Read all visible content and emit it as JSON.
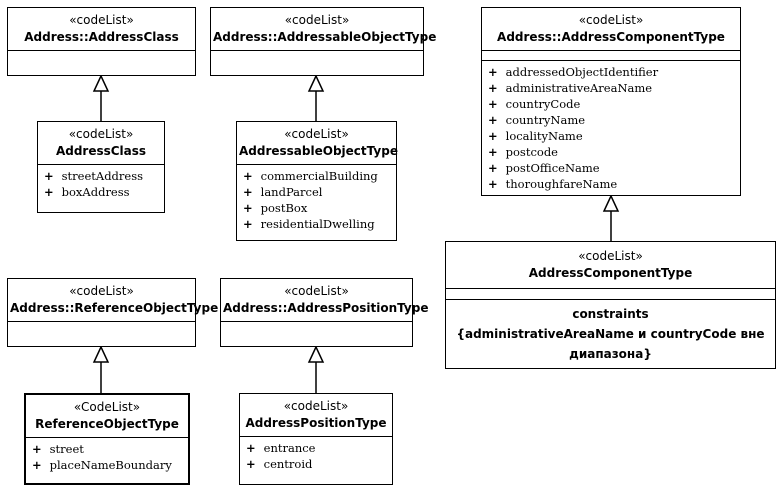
{
  "classes": {
    "address_class_parent": {
      "stereotype": "«codeList»",
      "name": "Address::AddressClass",
      "attributes": []
    },
    "address_class": {
      "stereotype": "«codeList»",
      "name": "AddressClass",
      "attributes": [
        "streetAddress",
        "boxAddress"
      ]
    },
    "addressable_object_type_parent": {
      "stereotype": "«codeList»",
      "name": "Address::AddressableObjectType",
      "attributes": []
    },
    "addressable_object_type": {
      "stereotype": "«codeList»",
      "name": "AddressableObjectType",
      "attributes": [
        "commercialBuilding",
        "landParcel",
        "postBox",
        "residentialDwelling"
      ]
    },
    "address_component_type_parent": {
      "stereotype": "«codeList»",
      "name": "Address::AddressComponentType",
      "attributes": [
        "addressedObjectIdentifier",
        "administrativeAreaName",
        "countryCode",
        "countryName",
        "localityName",
        "postcode",
        "postOfficeName",
        "thoroughfareName"
      ]
    },
    "address_component_type": {
      "stereotype": "«codeList»",
      "name": "AddressComponentType",
      "constraints_label": "constraints",
      "constraint_text_1": "{administrativeAreaName и countryCode вне",
      "constraint_text_2": "диапазона}"
    },
    "reference_object_type_parent": {
      "stereotype": "«codeList»",
      "name": "Address::ReferenceObjectType",
      "attributes": []
    },
    "reference_object_type": {
      "stereotype": "«CodeList»",
      "name": "ReferenceObjectType",
      "attributes": [
        "street",
        "placeNameBoundary"
      ]
    },
    "address_position_type_parent": {
      "stereotype": "«codeList»",
      "name": "Address::AddressPositionType",
      "attributes": []
    },
    "address_position_type": {
      "stereotype": "«codeList»",
      "name": "AddressPositionType",
      "attributes": [
        "entrance",
        "centroid"
      ]
    }
  },
  "attribute_prefix": "+"
}
